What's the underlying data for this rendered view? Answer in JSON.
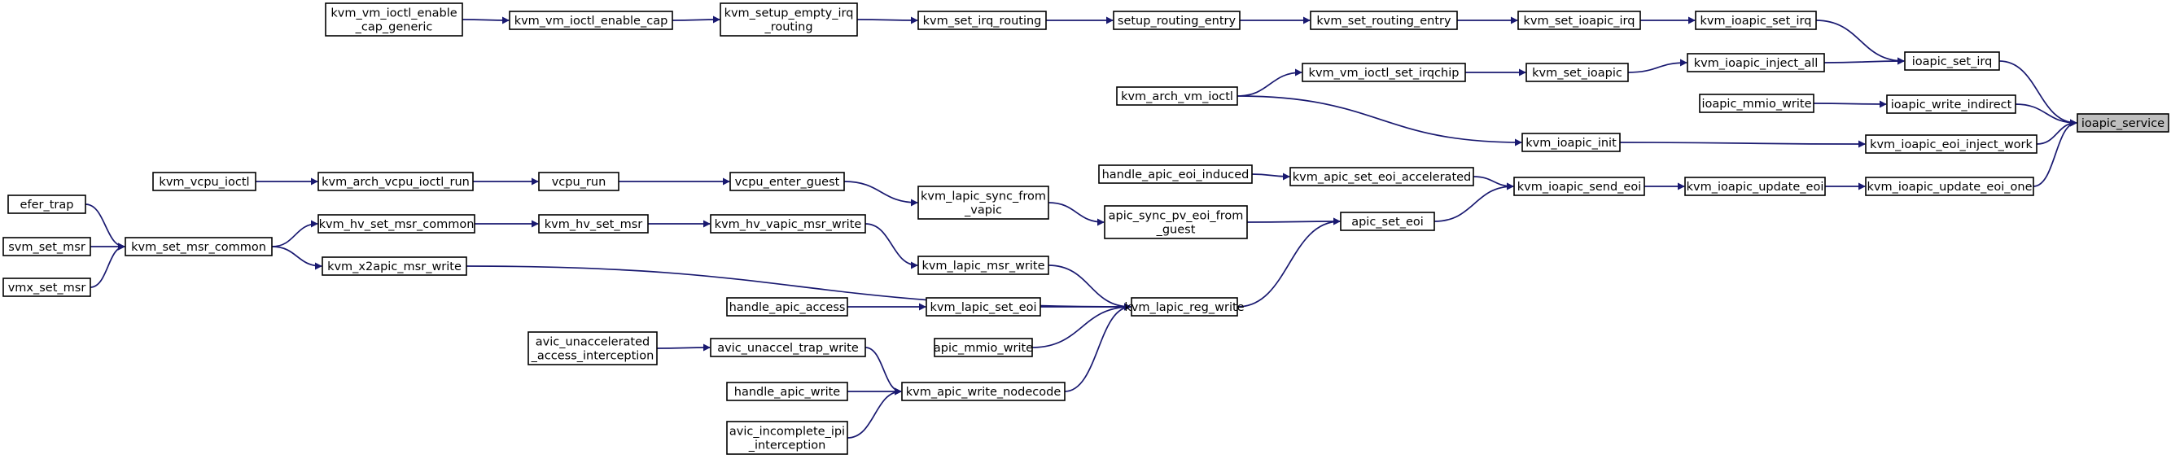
{
  "graph": {
    "title": "",
    "root_node": "ioapic_service",
    "colors": {
      "edge": "#191970",
      "root_fill": "#bfbfbf",
      "node_fill": "#ffffff",
      "node_border": "#000000"
    },
    "nodes": [
      {
        "id": "n_kvm_vm_ioctl_enable_cap_generic",
        "lines": [
          "kvm_vm_ioctl_enable",
          "_cap_generic"
        ]
      },
      {
        "id": "n_kvm_vm_ioctl_enable_cap",
        "lines": [
          "kvm_vm_ioctl_enable_cap"
        ]
      },
      {
        "id": "n_kvm_setup_empty_irq_routing",
        "lines": [
          "kvm_setup_empty_irq",
          "_routing"
        ]
      },
      {
        "id": "n_kvm_set_irq_routing",
        "lines": [
          "kvm_set_irq_routing"
        ]
      },
      {
        "id": "n_setup_routing_entry",
        "lines": [
          "setup_routing_entry"
        ]
      },
      {
        "id": "n_kvm_set_routing_entry",
        "lines": [
          "kvm_set_routing_entry"
        ]
      },
      {
        "id": "n_kvm_set_ioapic_irq",
        "lines": [
          "kvm_set_ioapic_irq"
        ]
      },
      {
        "id": "n_kvm_ioapic_set_irq",
        "lines": [
          "kvm_ioapic_set_irq"
        ]
      },
      {
        "id": "n_kvm_vm_ioctl_set_irqchip",
        "lines": [
          "kvm_vm_ioctl_set_irqchip"
        ]
      },
      {
        "id": "n_kvm_set_ioapic",
        "lines": [
          "kvm_set_ioapic"
        ]
      },
      {
        "id": "n_kvm_ioapic_inject_all",
        "lines": [
          "kvm_ioapic_inject_all"
        ]
      },
      {
        "id": "n_ioapic_set_irq",
        "lines": [
          "ioapic_set_irq"
        ]
      },
      {
        "id": "n_kvm_arch_vm_ioctl",
        "lines": [
          "kvm_arch_vm_ioctl"
        ]
      },
      {
        "id": "n_ioapic_mmio_write",
        "lines": [
          "ioapic_mmio_write"
        ]
      },
      {
        "id": "n_ioapic_write_indirect",
        "lines": [
          "ioapic_write_indirect"
        ]
      },
      {
        "id": "n_ioapic_service",
        "lines": [
          "ioapic_service"
        ]
      },
      {
        "id": "n_kvm_ioapic_init",
        "lines": [
          "kvm_ioapic_init"
        ]
      },
      {
        "id": "n_kvm_ioapic_eoi_inject_work",
        "lines": [
          "kvm_ioapic_eoi_inject_work"
        ]
      },
      {
        "id": "n_handle_apic_eoi_induced",
        "lines": [
          "handle_apic_eoi_induced"
        ]
      },
      {
        "id": "n_kvm_apic_set_eoi_accelerated",
        "lines": [
          "kvm_apic_set_eoi_accelerated"
        ]
      },
      {
        "id": "n_kvm_ioapic_send_eoi",
        "lines": [
          "kvm_ioapic_send_eoi"
        ]
      },
      {
        "id": "n_kvm_ioapic_update_eoi",
        "lines": [
          "kvm_ioapic_update_eoi"
        ]
      },
      {
        "id": "n_kvm_ioapic_update_eoi_one",
        "lines": [
          "kvm_ioapic_update_eoi_one"
        ]
      },
      {
        "id": "n_kvm_vcpu_ioctl",
        "lines": [
          "kvm_vcpu_ioctl"
        ]
      },
      {
        "id": "n_kvm_arch_vcpu_ioctl_run",
        "lines": [
          "kvm_arch_vcpu_ioctl_run"
        ]
      },
      {
        "id": "n_vcpu_run",
        "lines": [
          "vcpu_run"
        ]
      },
      {
        "id": "n_vcpu_enter_guest",
        "lines": [
          "vcpu_enter_guest"
        ]
      },
      {
        "id": "n_kvm_lapic_sync_from_vapic",
        "lines": [
          "kvm_lapic_sync_from",
          "_vapic"
        ]
      },
      {
        "id": "n_apic_sync_pv_eoi_from_guest",
        "lines": [
          "apic_sync_pv_eoi_from",
          "_guest"
        ]
      },
      {
        "id": "n_apic_set_eoi",
        "lines": [
          "apic_set_eoi"
        ]
      },
      {
        "id": "n_efer_trap",
        "lines": [
          "efer_trap"
        ]
      },
      {
        "id": "n_svm_set_msr",
        "lines": [
          "svm_set_msr"
        ]
      },
      {
        "id": "n_vmx_set_msr",
        "lines": [
          "vmx_set_msr"
        ]
      },
      {
        "id": "n_kvm_set_msr_common",
        "lines": [
          "kvm_set_msr_common"
        ]
      },
      {
        "id": "n_kvm_hv_set_msr_common",
        "lines": [
          "kvm_hv_set_msr_common"
        ]
      },
      {
        "id": "n_kvm_hv_set_msr",
        "lines": [
          "kvm_hv_set_msr"
        ]
      },
      {
        "id": "n_kvm_hv_vapic_msr_write",
        "lines": [
          "kvm_hv_vapic_msr_write"
        ]
      },
      {
        "id": "n_kvm_x2apic_msr_write",
        "lines": [
          "kvm_x2apic_msr_write"
        ]
      },
      {
        "id": "n_kvm_lapic_msr_write",
        "lines": [
          "kvm_lapic_msr_write"
        ]
      },
      {
        "id": "n_handle_apic_access",
        "lines": [
          "handle_apic_access"
        ]
      },
      {
        "id": "n_kvm_lapic_set_eoi",
        "lines": [
          "kvm_lapic_set_eoi"
        ]
      },
      {
        "id": "n_kvm_lapic_reg_write",
        "lines": [
          "kvm_lapic_reg_write"
        ]
      },
      {
        "id": "n_apic_mmio_write",
        "lines": [
          "apic_mmio_write"
        ]
      },
      {
        "id": "n_avic_unaccelerated_access_interception",
        "lines": [
          "avic_unaccelerated",
          "_access_interception"
        ]
      },
      {
        "id": "n_avic_unaccel_trap_write",
        "lines": [
          "avic_unaccel_trap_write"
        ]
      },
      {
        "id": "n_handle_apic_write",
        "lines": [
          "handle_apic_write"
        ]
      },
      {
        "id": "n_kvm_apic_write_nodecode",
        "lines": [
          "kvm_apic_write_nodecode"
        ]
      },
      {
        "id": "n_avic_incomplete_ipi_interception",
        "lines": [
          "avic_incomplete_ipi",
          "_interception"
        ]
      }
    ],
    "edges": [
      [
        "n_kvm_vm_ioctl_enable_cap_generic",
        "n_kvm_vm_ioctl_enable_cap"
      ],
      [
        "n_kvm_vm_ioctl_enable_cap",
        "n_kvm_setup_empty_irq_routing"
      ],
      [
        "n_kvm_setup_empty_irq_routing",
        "n_kvm_set_irq_routing"
      ],
      [
        "n_kvm_set_irq_routing",
        "n_setup_routing_entry"
      ],
      [
        "n_setup_routing_entry",
        "n_kvm_set_routing_entry"
      ],
      [
        "n_kvm_set_routing_entry",
        "n_kvm_set_ioapic_irq"
      ],
      [
        "n_kvm_set_ioapic_irq",
        "n_kvm_ioapic_set_irq"
      ],
      [
        "n_kvm_ioapic_set_irq",
        "n_ioapic_set_irq"
      ],
      [
        "n_kvm_arch_vm_ioctl",
        "n_kvm_vm_ioctl_set_irqchip"
      ],
      [
        "n_kvm_vm_ioctl_set_irqchip",
        "n_kvm_set_ioapic"
      ],
      [
        "n_kvm_set_ioapic",
        "n_kvm_ioapic_inject_all"
      ],
      [
        "n_kvm_ioapic_inject_all",
        "n_ioapic_set_irq"
      ],
      [
        "n_ioapic_set_irq",
        "n_ioapic_service"
      ],
      [
        "n_kvm_arch_vm_ioctl",
        "n_kvm_ioapic_init"
      ],
      [
        "n_ioapic_mmio_write",
        "n_ioapic_write_indirect"
      ],
      [
        "n_ioapic_write_indirect",
        "n_ioapic_service"
      ],
      [
        "n_kvm_ioapic_init",
        "n_kvm_ioapic_eoi_inject_work"
      ],
      [
        "n_kvm_ioapic_eoi_inject_work",
        "n_ioapic_service"
      ],
      [
        "n_handle_apic_eoi_induced",
        "n_kvm_apic_set_eoi_accelerated"
      ],
      [
        "n_kvm_apic_set_eoi_accelerated",
        "n_kvm_ioapic_send_eoi"
      ],
      [
        "n_kvm_ioapic_send_eoi",
        "n_kvm_ioapic_update_eoi"
      ],
      [
        "n_kvm_ioapic_update_eoi",
        "n_kvm_ioapic_update_eoi_one"
      ],
      [
        "n_kvm_ioapic_update_eoi_one",
        "n_ioapic_service"
      ],
      [
        "n_apic_set_eoi",
        "n_kvm_ioapic_send_eoi"
      ],
      [
        "n_kvm_vcpu_ioctl",
        "n_kvm_arch_vcpu_ioctl_run"
      ],
      [
        "n_kvm_arch_vcpu_ioctl_run",
        "n_vcpu_run"
      ],
      [
        "n_vcpu_run",
        "n_vcpu_enter_guest"
      ],
      [
        "n_vcpu_enter_guest",
        "n_kvm_lapic_sync_from_vapic"
      ],
      [
        "n_kvm_lapic_sync_from_vapic",
        "n_apic_sync_pv_eoi_from_guest"
      ],
      [
        "n_apic_sync_pv_eoi_from_guest",
        "n_apic_set_eoi"
      ],
      [
        "n_efer_trap",
        "n_kvm_set_msr_common"
      ],
      [
        "n_svm_set_msr",
        "n_kvm_set_msr_common"
      ],
      [
        "n_vmx_set_msr",
        "n_kvm_set_msr_common"
      ],
      [
        "n_kvm_set_msr_common",
        "n_kvm_hv_set_msr_common"
      ],
      [
        "n_kvm_set_msr_common",
        "n_kvm_x2apic_msr_write"
      ],
      [
        "n_kvm_hv_set_msr_common",
        "n_kvm_hv_set_msr"
      ],
      [
        "n_kvm_hv_set_msr",
        "n_kvm_hv_vapic_msr_write"
      ],
      [
        "n_kvm_hv_vapic_msr_write",
        "n_kvm_lapic_msr_write"
      ],
      [
        "n_kvm_x2apic_msr_write",
        "n_kvm_lapic_reg_write"
      ],
      [
        "n_kvm_lapic_msr_write",
        "n_kvm_lapic_reg_write"
      ],
      [
        "n_handle_apic_access",
        "n_kvm_lapic_set_eoi"
      ],
      [
        "n_kvm_lapic_set_eoi",
        "n_kvm_lapic_reg_write"
      ],
      [
        "n_apic_mmio_write",
        "n_kvm_lapic_reg_write"
      ],
      [
        "n_kvm_lapic_reg_write",
        "n_apic_set_eoi"
      ],
      [
        "n_avic_unaccelerated_access_interception",
        "n_avic_unaccel_trap_write"
      ],
      [
        "n_avic_unaccel_trap_write",
        "n_kvm_apic_write_nodecode"
      ],
      [
        "n_handle_apic_write",
        "n_kvm_apic_write_nodecode"
      ],
      [
        "n_avic_incomplete_ipi_interception",
        "n_kvm_apic_write_nodecode"
      ],
      [
        "n_kvm_apic_write_nodecode",
        "n_kvm_lapic_reg_write"
      ]
    ]
  }
}
